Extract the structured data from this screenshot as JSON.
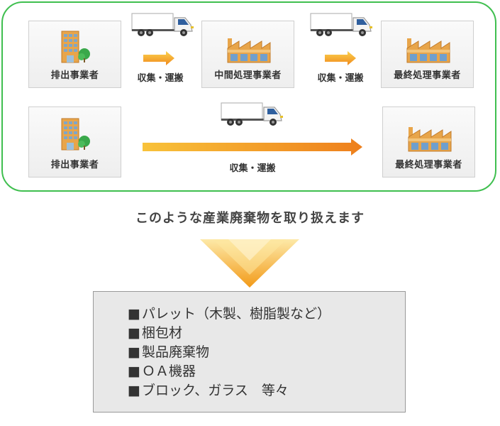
{
  "flow": {
    "row1": {
      "emitter": "排出事業者",
      "transport_1": "収集・運搬",
      "intermediate": "中間処理事業者",
      "transport_2": "収集・運搬",
      "final": "最終処理事業者"
    },
    "row2": {
      "emitter": "排出事業者",
      "transport": "収集・運搬",
      "final": "最終処理事業者"
    }
  },
  "headline": "このような産業廃棄物を取り扱えます",
  "items": [
    "パレット（木製、樹脂製など）",
    "梱包材",
    "製品廃棄物",
    "ＯＡ機器",
    "ブロック、ガラス　等々"
  ],
  "colors": {
    "frame_border": "#3fbf4f",
    "arrow_start": "#f7b733",
    "arrow_end": "#f08a1e",
    "chevron": "#f5a623"
  },
  "icons": {
    "emitter": "office-building-icon",
    "processor": "factory-icon",
    "transport": "truck-icon"
  }
}
